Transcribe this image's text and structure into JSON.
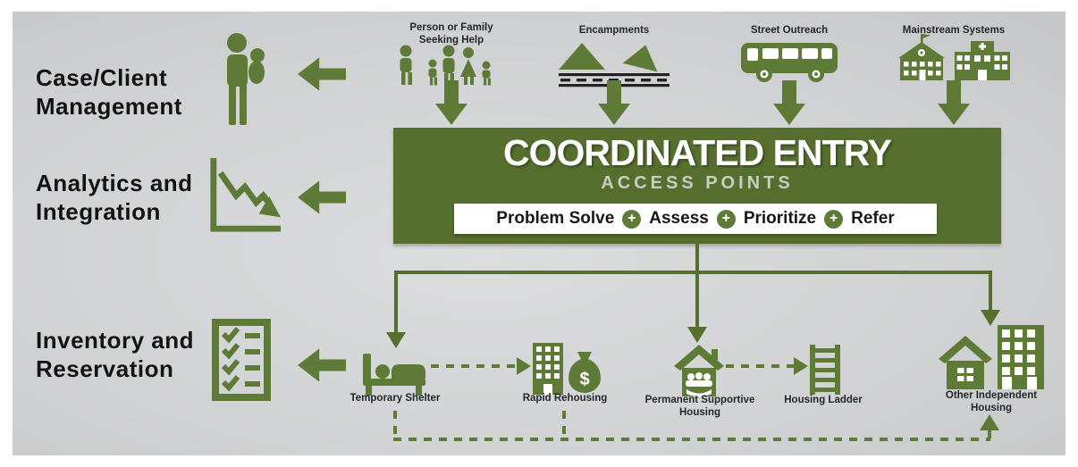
{
  "colors": {
    "box_green": "#566e2e",
    "icon_green": "#5e7a37",
    "panel_gray": "#d2d3d4",
    "subtitle_silver": "#c9ccc2",
    "bar_background": "#ffffff",
    "text_dark": "#1c1d20"
  },
  "left_modules": [
    {
      "icon": "person-with-child-icon",
      "lines": [
        "Case/Client",
        "Management"
      ]
    },
    {
      "icon": "declining-chart-icon",
      "lines": [
        "Analytics and",
        "Integration"
      ]
    },
    {
      "icon": "checklist-icon",
      "lines": [
        "Inventory and",
        "Reservation"
      ]
    }
  ],
  "sources": [
    {
      "icon": "people-group-icon",
      "lines": [
        "Person or Family",
        "Seeking Help"
      ]
    },
    {
      "icon": "tents-icon",
      "lines": [
        "Encampments"
      ]
    },
    {
      "icon": "bus-icon",
      "lines": [
        "Street Outreach"
      ]
    },
    {
      "icon": "buildings-icon",
      "lines": [
        "Mainstream Systems"
      ]
    }
  ],
  "coordinated_entry": {
    "title": "COORDINATED ENTRY",
    "subtitle": "ACCESS POINTS",
    "steps": [
      "Problem Solve",
      "Assess",
      "Prioritize",
      "Refer"
    ],
    "plus": "+"
  },
  "destinations": [
    {
      "icon": "bed-icon",
      "lines": [
        "Temporary Shelter"
      ]
    },
    {
      "icon": "building-money-icon",
      "lines": [
        "Rapid Rehousing"
      ],
      "money_symbol": "$"
    },
    {
      "icon": "supportive-house-icon",
      "lines": [
        "Permanent Supportive",
        "Housing"
      ]
    },
    {
      "icon": "ladder-icon",
      "lines": [
        "Housing Ladder"
      ]
    },
    {
      "icon": "house-building-icon",
      "lines": [
        "Other Independent",
        "Housing"
      ]
    }
  ]
}
